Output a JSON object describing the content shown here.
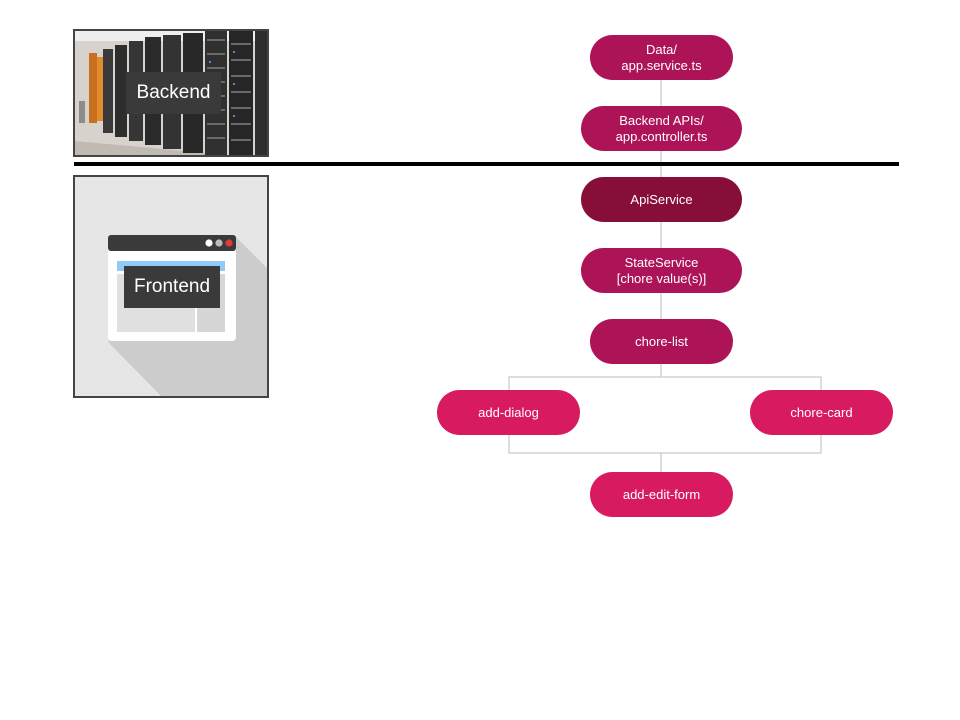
{
  "colors": {
    "node": "#ad1457",
    "node_dark": "#880e3a",
    "node_bright": "#d81b60",
    "connector": "#bdbdbd",
    "divider": "#000000"
  },
  "panels": {
    "backend": {
      "label": "Backend",
      "image": "server-racks-photo"
    },
    "frontend": {
      "label": "Frontend",
      "image": "browser-window-icon"
    }
  },
  "nodes": {
    "data_service": {
      "line1": "Data/",
      "line2": "app.service.ts"
    },
    "backend_apis": {
      "line1": "Backend APIs/",
      "line2": "app.controller.ts"
    },
    "api_service": {
      "line1": "ApiService"
    },
    "state_service": {
      "line1": "StateService",
      "line2": "[chore value(s)]"
    },
    "chore_list": {
      "line1": "chore-list"
    },
    "add_dialog": {
      "line1": "add-dialog"
    },
    "chore_card": {
      "line1": "chore-card"
    },
    "add_edit_form": {
      "line1": "add-edit-form"
    }
  }
}
